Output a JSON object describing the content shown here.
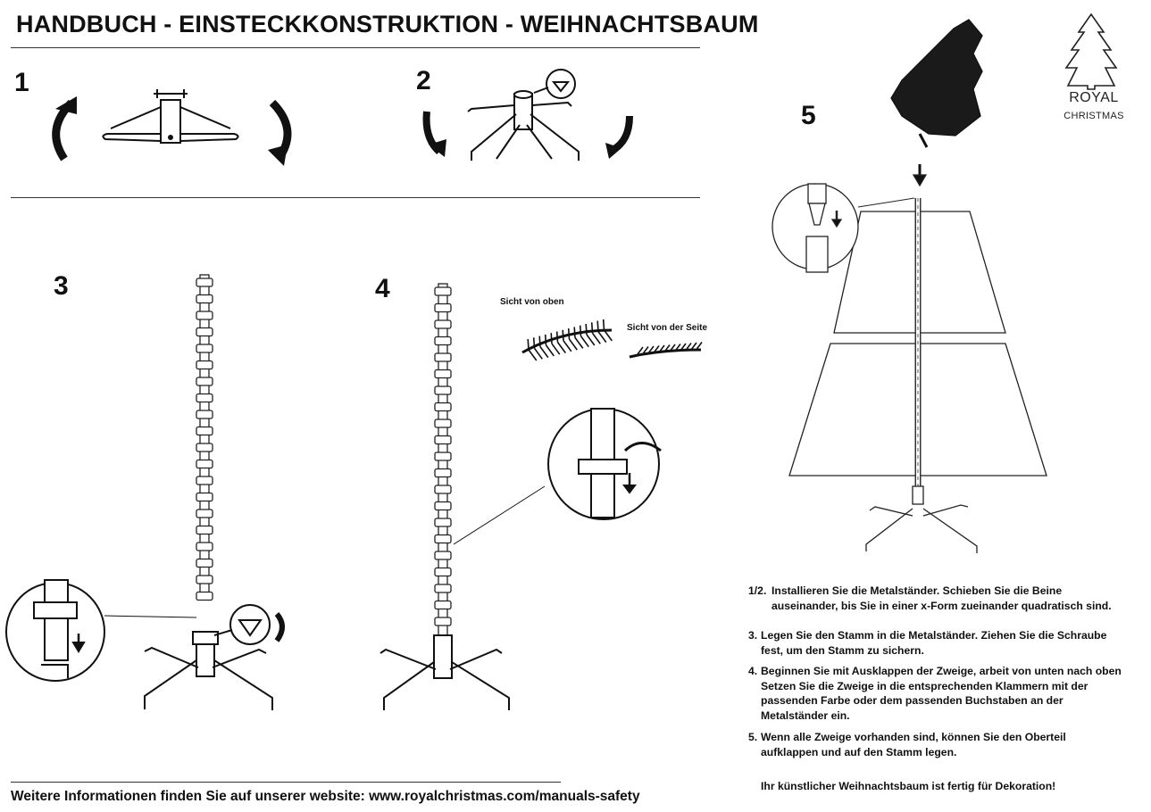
{
  "title": "HANDBUCH - EINSTECKKONSTRUKTION - WEIHNACHTSBAUM",
  "logo": {
    "line1": "ROYAL",
    "line2": "CHRISTMAS",
    "icon": "tree-outline-icon"
  },
  "steps": {
    "s1": "1",
    "s2": "2",
    "s3": "3",
    "s4": "4",
    "s5": "5"
  },
  "notes": {
    "top_view": "Sicht von oben",
    "side_view": "Sicht von der Seite"
  },
  "instructions": [
    {
      "num": "1/2.",
      "text": "Installieren Sie die Metalständer. Schieben Sie die Beine",
      "text2": "auseinander, bis Sie in einer x-Form zueinander quadratisch sind."
    },
    {
      "num": "3.",
      "text": "Legen Sie den Stamm in die Metalständer. Ziehen Sie die Schraube",
      "text2": "fest, um den Stamm zu sichern."
    },
    {
      "num": "4.",
      "text": "Beginnen Sie mit Ausklappen der Zweige, arbeit von unten nach oben",
      "text2": "Setzen Sie die Zweige in die entsprechenden Klammern mit der",
      "text3": "passenden Farbe oder dem passenden Buchstaben an der",
      "text4": "Metalständer ein."
    },
    {
      "num": "5.",
      "text": "Wenn alle Zweige vorhanden sind, können Sie den Oberteil",
      "text2": "aufklappen und auf den Stamm legen."
    }
  ],
  "final_note": "Ihr künstlicher Weihnachtsbaum ist fertig für Dekoration!",
  "footer": "Weitere Informationen finden Sie auf unserer website: www.royalchristmas.com/manuals-safety",
  "colors": {
    "ink": "#111111",
    "line": "#333333",
    "background": "#ffffff"
  }
}
